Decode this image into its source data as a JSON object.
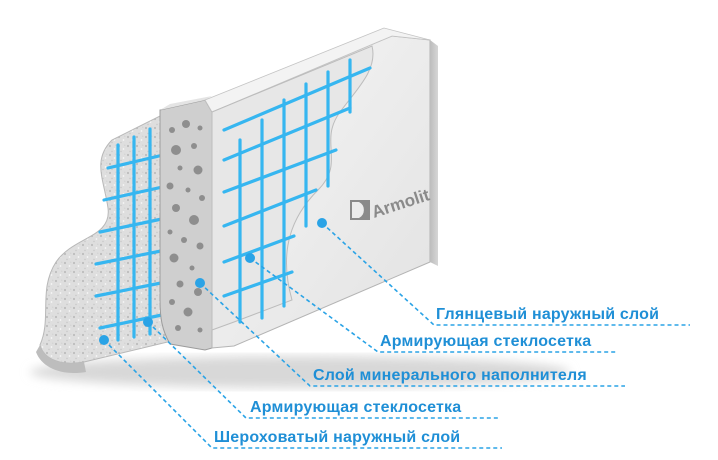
{
  "labels": {
    "glossy_outer_layer": "Глянцевый наружный слой",
    "reinforcing_mesh_upper": "Армирующая стеклосетка",
    "mineral_filler_layer": "Слой минерального наполнителя",
    "reinforcing_mesh_lower": "Армирующая стеклосетка",
    "rough_outer_layer": "Шероховатый наружный слой"
  },
  "logo": {
    "text": "Armolit"
  },
  "colors": {
    "label_text": "#1f8fd6",
    "leader_line": "#2aa3e6",
    "mesh": "#36b6f0",
    "panel_face": "#ececec",
    "panel_shadow": "#c9c9c9"
  }
}
